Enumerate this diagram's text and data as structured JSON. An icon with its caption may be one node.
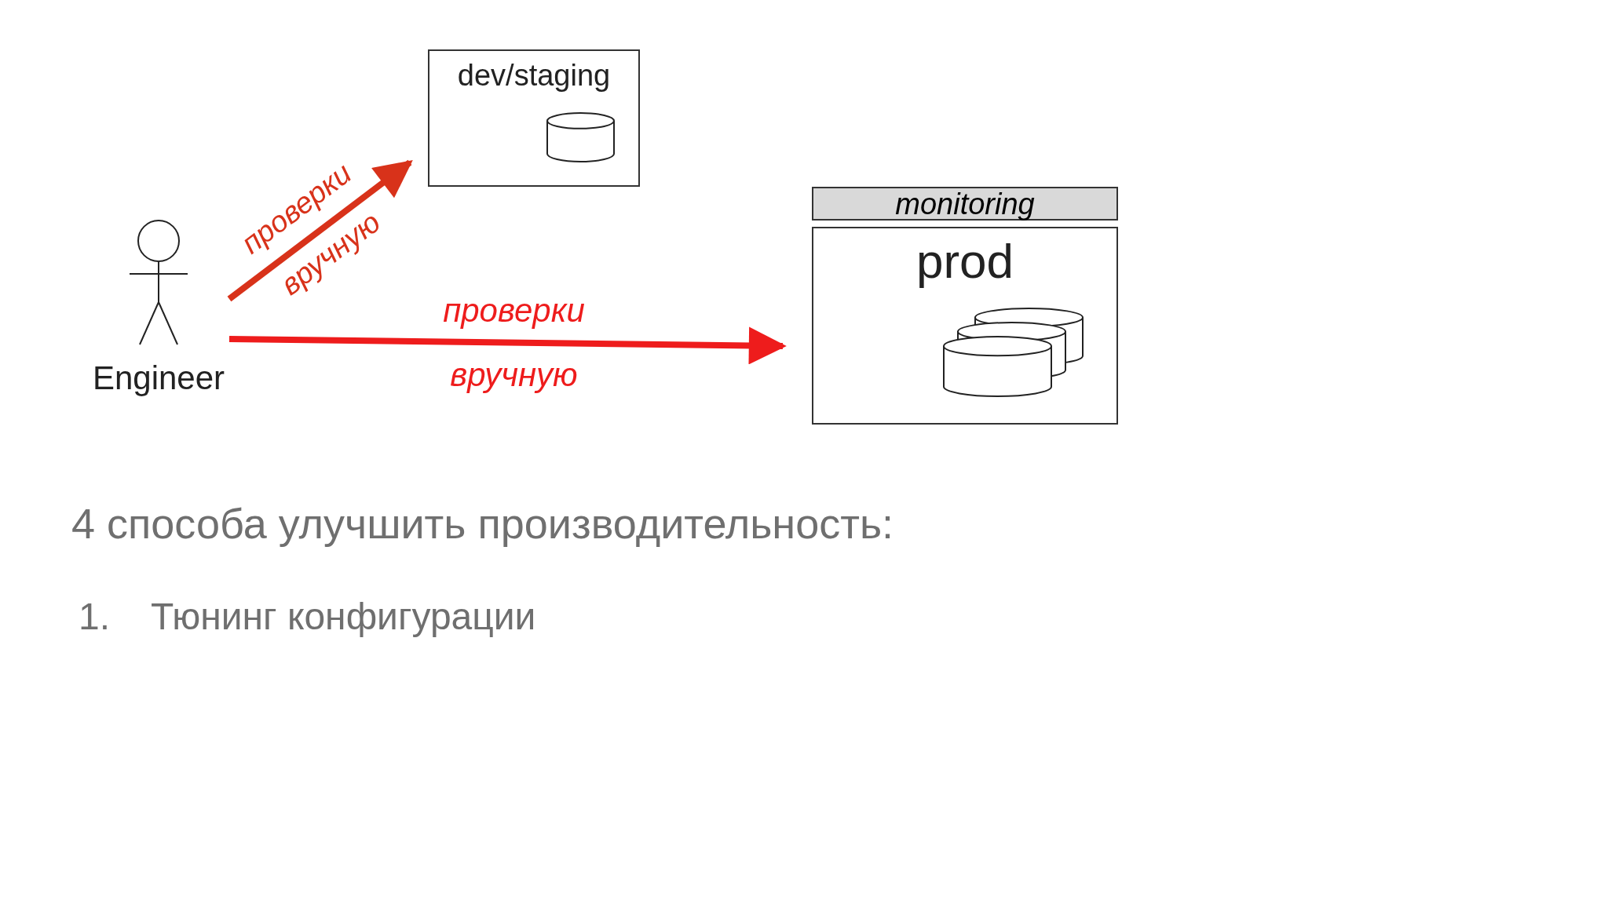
{
  "diagram": {
    "nodes": [
      {
        "text": [
          "Engineer"
        ]
      },
      {
        "text": [
          "dev/staging"
        ]
      },
      {
        "text": [
          "monitoring"
        ]
      },
      {
        "text": [
          "prod"
        ]
      }
    ],
    "edges": [
      {
        "from": 0,
        "to": 1,
        "arrow": "to",
        "label": "проверки вручную",
        "color": "#d8321a"
      },
      {
        "from": 0,
        "to": 3,
        "arrow": "to",
        "label": "проверки вручную",
        "color": "#ee1c1c"
      }
    ],
    "labels": [
      "4 способа улучшить производительность:",
      "1.",
      "Тюнинг конфигурации"
    ]
  }
}
